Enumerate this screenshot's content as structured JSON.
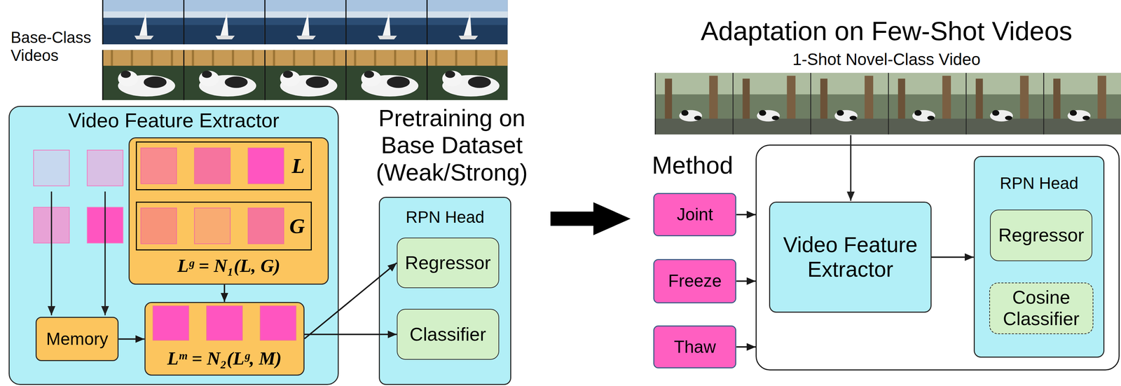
{
  "diagram": {
    "nodes": [
      {
        "text": [
          "Video Feature Extractor"
        ]
      },
      {
        "text": [
          "Lᵍ = N₁(L, G)"
        ],
        "in": 0
      },
      {
        "text": [
          "L"
        ],
        "in": 1
      },
      {
        "text": [
          "G"
        ],
        "in": 1
      },
      {
        "text": [
          "Memory"
        ],
        "in": 0
      },
      {
        "text": [
          "Lᵐ = N₂(Lᵍ, M)"
        ],
        "in": 0
      },
      {
        "text": [
          "RPN Head"
        ]
      },
      {
        "text": [
          "Regressor"
        ],
        "in": 6
      },
      {
        "text": [
          "Classifier"
        ],
        "in": 6
      },
      {
        "text": [
          "Joint"
        ]
      },
      {
        "text": [
          "Freeze"
        ]
      },
      {
        "text": [
          "Thaw"
        ]
      },
      {
        "text": []
      },
      {
        "text": [
          "Video Feature Extractor"
        ],
        "in": 12
      },
      {
        "text": [
          "RPN Head"
        ],
        "in": 12
      },
      {
        "text": [
          "Regressor"
        ],
        "in": 14
      },
      {
        "text": [
          "Cosine Classifier"
        ],
        "in": 14
      }
    ],
    "edges": [
      {
        "from": 1,
        "to": 5,
        "arrow": "to"
      },
      {
        "from": 4,
        "to": 5,
        "arrow": "to"
      },
      {
        "from": 5,
        "to": 7,
        "arrow": "to"
      },
      {
        "from": 5,
        "to": 8,
        "arrow": "to"
      },
      {
        "from": 9,
        "to": 12,
        "arrow": "to"
      },
      {
        "from": 10,
        "to": 12,
        "arrow": "to"
      },
      {
        "from": 11,
        "to": 12,
        "arrow": "to"
      },
      {
        "from": 13,
        "to": 14,
        "arrow": "to"
      }
    ],
    "labels": [
      "Base-Class Videos",
      "Pretraining on Base Dataset (Weak/Strong)",
      "Adaptation on Few-Shot Videos",
      "1-Shot Novel-Class Video",
      "Method"
    ]
  }
}
